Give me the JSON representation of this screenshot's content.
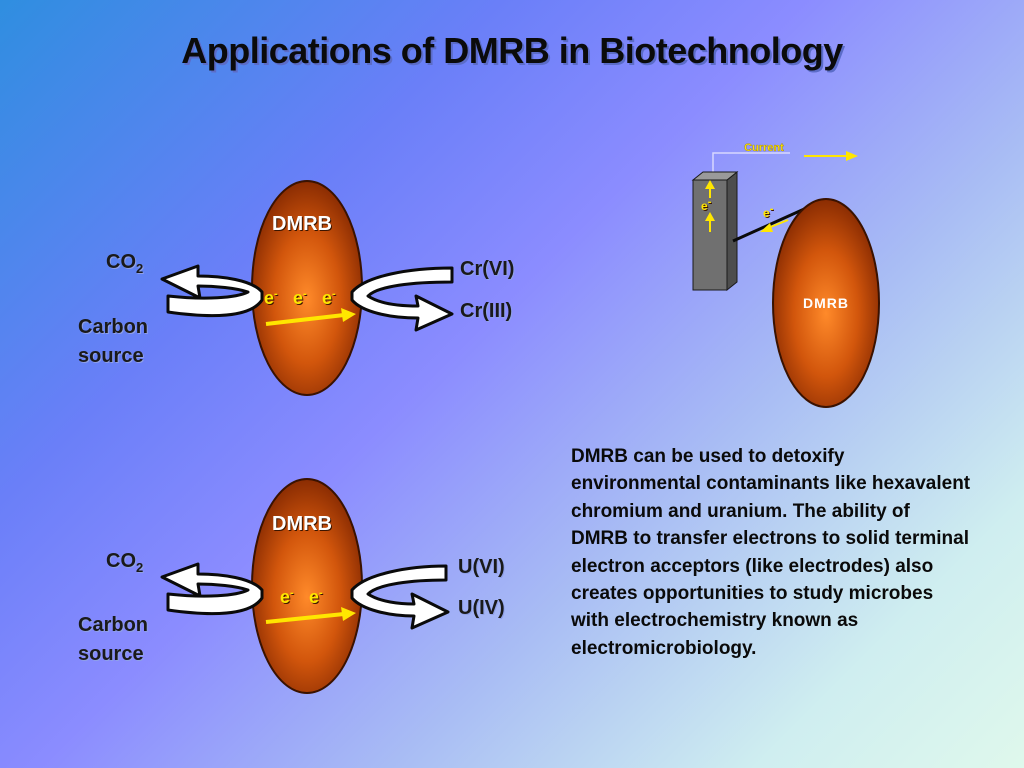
{
  "title": "Applications of DMRB in Biotechnology",
  "diagram1": {
    "organism": "DMRB",
    "co2": "CO",
    "co2_sub": "2",
    "carbon_line1": "Carbon",
    "carbon_line2": "source",
    "electrons": [
      "e",
      "e",
      "e"
    ],
    "electron_sup": "-",
    "acceptor_oxidized": "Cr(VI)",
    "acceptor_reduced": "Cr(III)"
  },
  "diagram2": {
    "organism": "DMRB",
    "co2": "CO",
    "co2_sub": "2",
    "carbon_line1": "Carbon",
    "carbon_line2": "source",
    "electrons": [
      "e",
      "e"
    ],
    "electron_sup": "-",
    "acceptor_oxidized": "U(VI)",
    "acceptor_reduced": "U(IV)"
  },
  "electrode_diagram": {
    "organism": "DMRB",
    "current_label": "Current",
    "electron_label": "e",
    "electron_sup": "-"
  },
  "description": "DMRB can be used to detoxify environmental contaminants like hexavalent chromium and uranium. The ability of DMRB to transfer electrons to solid terminal electron acceptors (like electrodes) also creates opportunities to study microbes with electrochemistry known as electromicrobiology.",
  "colors": {
    "cell_fill": "#c24a08",
    "cell_highlight": "#ff8a2a",
    "electron_arrow": "#ffe600",
    "electrode": "#6f6f6f"
  }
}
